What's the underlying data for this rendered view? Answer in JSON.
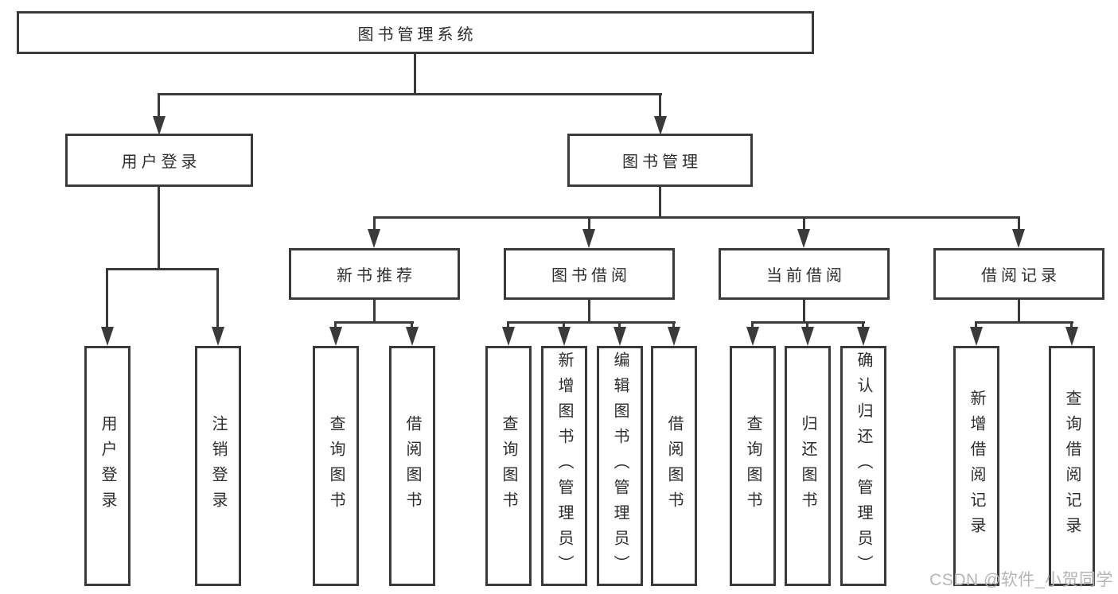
{
  "diagram": {
    "root": {
      "label": "图书管理系统"
    },
    "branches": [
      {
        "label": "用户登录",
        "children": [
          {
            "label": "用户登录"
          },
          {
            "label": "注销登录"
          }
        ]
      },
      {
        "label": "图书管理",
        "children": [
          {
            "label": "新书推荐",
            "children": [
              {
                "label": "查询图书"
              },
              {
                "label": "借阅图书"
              }
            ]
          },
          {
            "label": "图书借阅",
            "children": [
              {
                "label": "查询图书"
              },
              {
                "label": "新增图书（管理员）"
              },
              {
                "label": "编辑图书（管理员）"
              },
              {
                "label": "借阅图书"
              }
            ]
          },
          {
            "label": "当前借阅",
            "children": [
              {
                "label": "查询图书"
              },
              {
                "label": "归还图书"
              },
              {
                "label": "确认归还（管理员）"
              }
            ]
          },
          {
            "label": "借阅记录",
            "children": [
              {
                "label": "新增借阅记录"
              },
              {
                "label": "查询借阅记录"
              }
            ]
          }
        ]
      }
    ],
    "watermark": "CSDN @软件_小贺同学",
    "colors": {
      "line": "#3a3a3a",
      "text": "#2d2d2d",
      "watermark": "#b6b6b6",
      "background": "#ffffff"
    }
  }
}
